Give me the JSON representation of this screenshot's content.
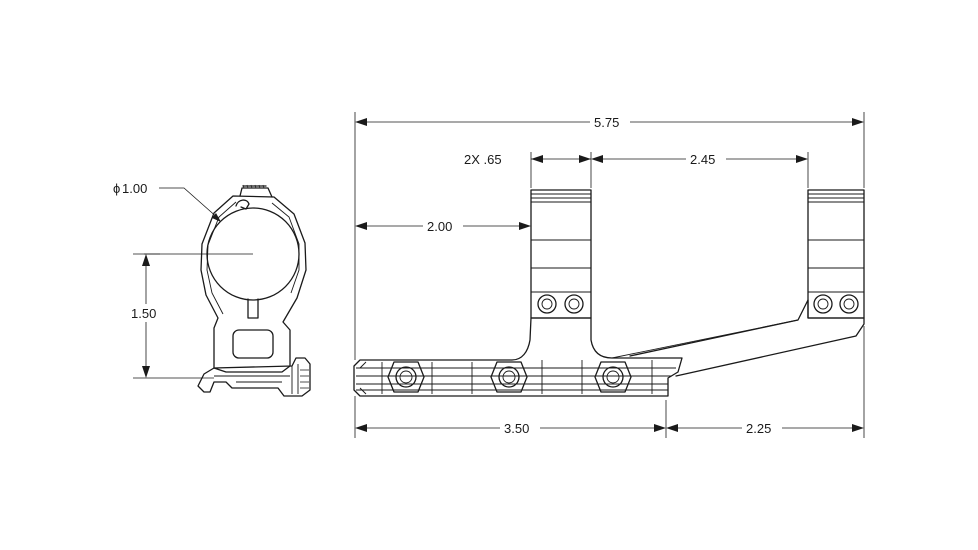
{
  "dimensions": {
    "diameter_symbol": "ϕ",
    "ring_diameter": "1.00",
    "center_height": "1.50",
    "overall_length": "5.75",
    "ring_width": "2X .65",
    "ring_spacing": "2.45",
    "front_offset": "2.00",
    "base_length": "3.50",
    "extension_length": "2.25"
  }
}
